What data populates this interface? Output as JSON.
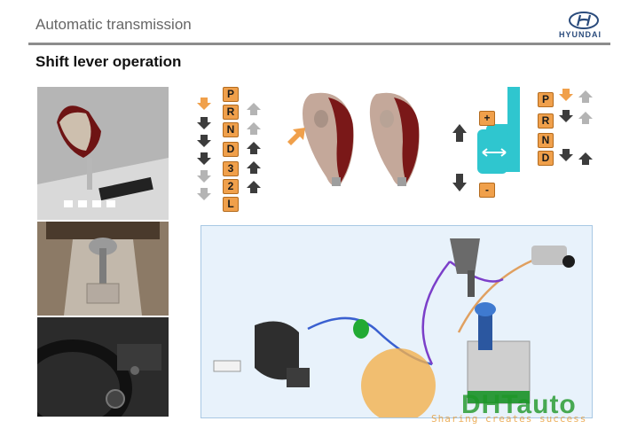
{
  "header": {
    "title": "Automatic transmission",
    "logo_text": "HYUNDAI"
  },
  "subtitle": "Shift lever operation",
  "left_gear_column": [
    "P",
    "R",
    "N",
    "D",
    "3",
    "2",
    "L"
  ],
  "right_gear_column": [
    "P",
    "R",
    "N",
    "D"
  ],
  "manual_gate": {
    "plus": "+",
    "minus": "-"
  },
  "watermark": {
    "brand": "DHTauto",
    "tagline": "Sharing creates success"
  },
  "colors": {
    "gear_box": "#f0a04b",
    "gate": "#2fc6cf",
    "arrow_dark": "#3c3c3c",
    "arrow_light": "#b4b4b4",
    "arrow_orange": "#f0a04b",
    "panel": "#e8f2fb"
  }
}
